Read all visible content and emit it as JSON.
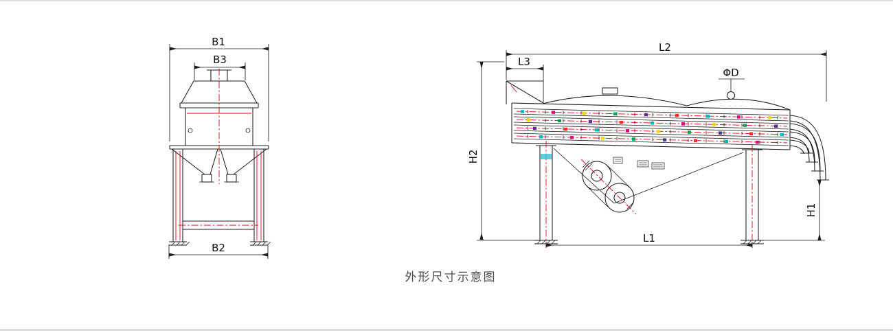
{
  "caption": "外形尺寸示意图",
  "front_view": {
    "label_b1": "B1",
    "label_b3": "B3",
    "label_b2": "B2"
  },
  "side_view": {
    "label_l2": "L2",
    "label_l3": "L3",
    "label_l1": "L1",
    "label_h1": "H1",
    "label_h2": "H2",
    "label_phi_d": "ΦD"
  },
  "colors": {
    "line": "#1c1c1c",
    "centerline": "#e30016",
    "feed_mark": "#e30016",
    "leg_accent": "#3ec6d8",
    "deck_specks": [
      "#00b7c3",
      "#e6007e",
      "#ffd800",
      "#00a651",
      "#5b2d90",
      "#ff2a2a"
    ]
  }
}
